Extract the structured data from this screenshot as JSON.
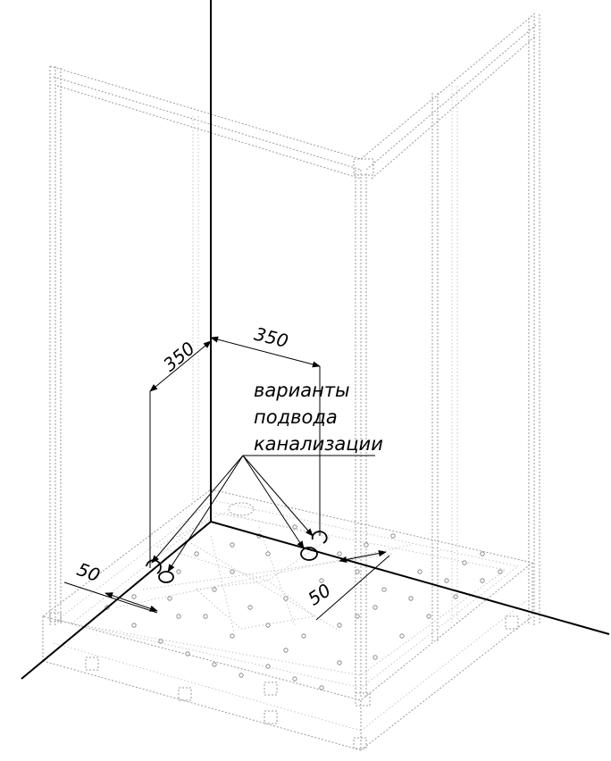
{
  "dimensions": {
    "left_depth": "350",
    "top_width": "350",
    "left_offset": "50",
    "right_offset": "50"
  },
  "note": {
    "line1": "варианты",
    "line2": "подвода",
    "line3": "канализации"
  },
  "colors": {
    "axis": "#000000",
    "ghost": "#9a9a9a",
    "background": "#ffffff"
  }
}
